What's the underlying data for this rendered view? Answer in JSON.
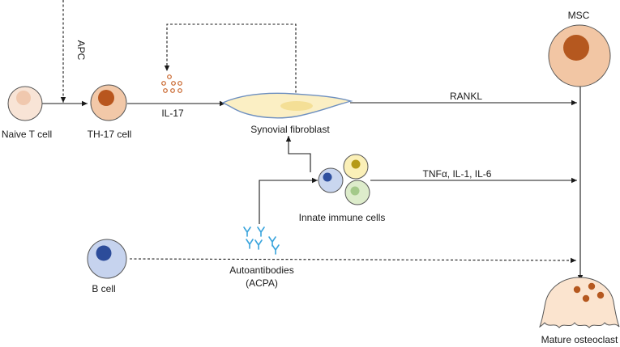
{
  "labels": {
    "apc": "APC",
    "naive_t_cell": "Naive T cell",
    "th17_cell": "TH-17 cell",
    "il17": "IL-17",
    "synovial_fibroblast": "Synovial fibroblast",
    "rankl": "RANKL",
    "msc": "MSC",
    "cytokines": "TNFα, IL-1, IL-6",
    "innate_immune_cells": "Innate immune cells",
    "b_cell": "B cell",
    "autoantibodies": "Autoantibodies",
    "acpa": "(ACPA)",
    "mature_osteoclast": "Mature osteoclast"
  },
  "colors": {
    "naive_t_body": "#f8e4d6",
    "naive_t_nucleus": "#f0c8ae",
    "th17_body": "#f2c8a8",
    "th17_nucleus": "#b8561e",
    "il17_dots": "#c8642a",
    "fibroblast_body": "#fbefc4",
    "fibroblast_outline": "#6d8fc0",
    "fibroblast_nucleus": "#f4df96",
    "msc_body": "#f2c6a4",
    "msc_nucleus": "#b5581f",
    "innate_blue_body": "#c9d6ef",
    "innate_blue_nucleus": "#2e4f9e",
    "innate_yellow_body": "#fbf0b8",
    "innate_yellow_nucleus": "#b59a18",
    "innate_green_body": "#ddeccb",
    "innate_green_nucleus": "#a4c98a",
    "b_cell_body": "#c6d3ee",
    "b_cell_nucleus": "#2c4c9a",
    "antibody": "#3aa4dc",
    "osteoclast_body": "#fbe4cf",
    "osteoclast_nuclei": "#b5581f"
  }
}
